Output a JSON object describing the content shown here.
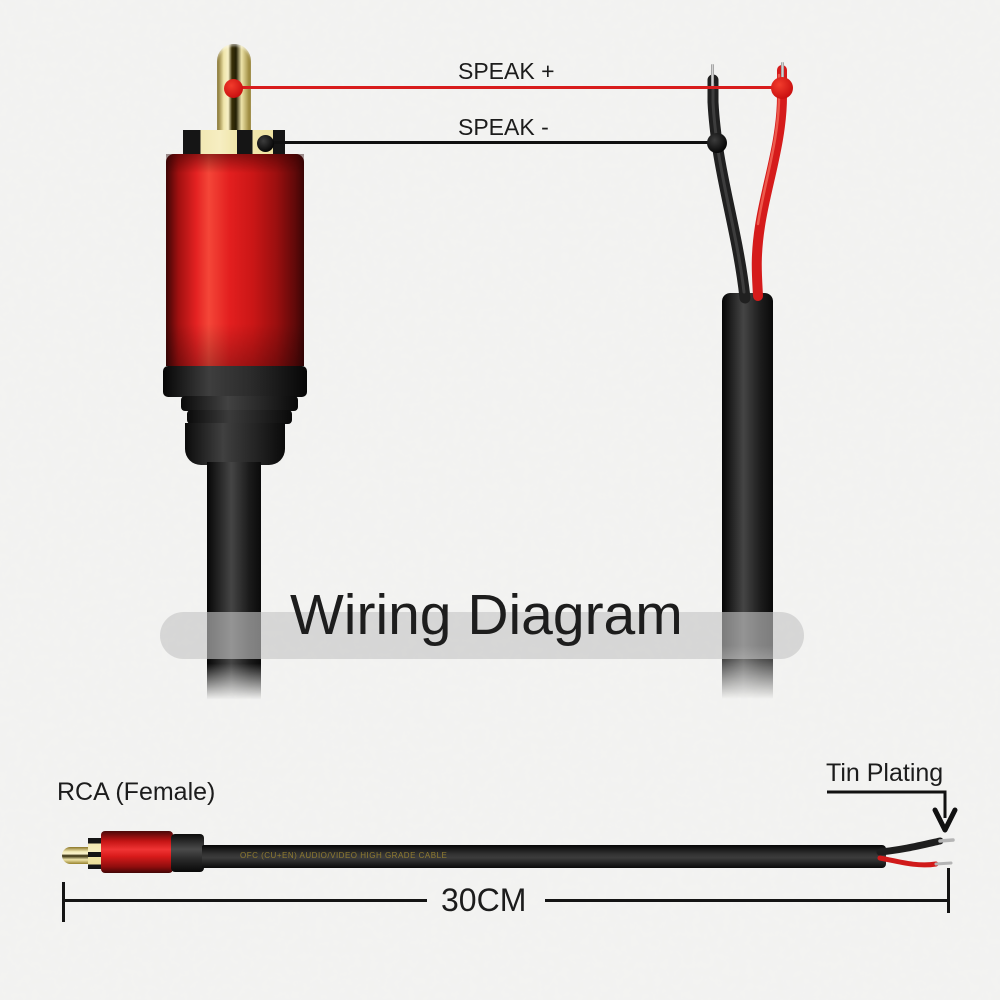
{
  "title": {
    "text": "Wiring Diagram"
  },
  "top_diagram": {
    "labels": {
      "speak_plus": "SPEAK +",
      "speak_minus": "SPEAK -"
    }
  },
  "bottom_diagram": {
    "labels": {
      "connector": "RCA (Female)",
      "tin_plating": "Tin Plating",
      "length": "30CM"
    },
    "cable_print": "OFC (CU+EN) AUDIO/VIDEO HIGH GRADE CABLE"
  },
  "colors": {
    "wire_red": "#d81c1c",
    "wire_black": "#1c1c1c",
    "connector_gold": "#f2e8b4",
    "tin_silver": "#b8b8b8",
    "banner_gray": "#c5c5c5",
    "background": "#f4f4f2"
  }
}
